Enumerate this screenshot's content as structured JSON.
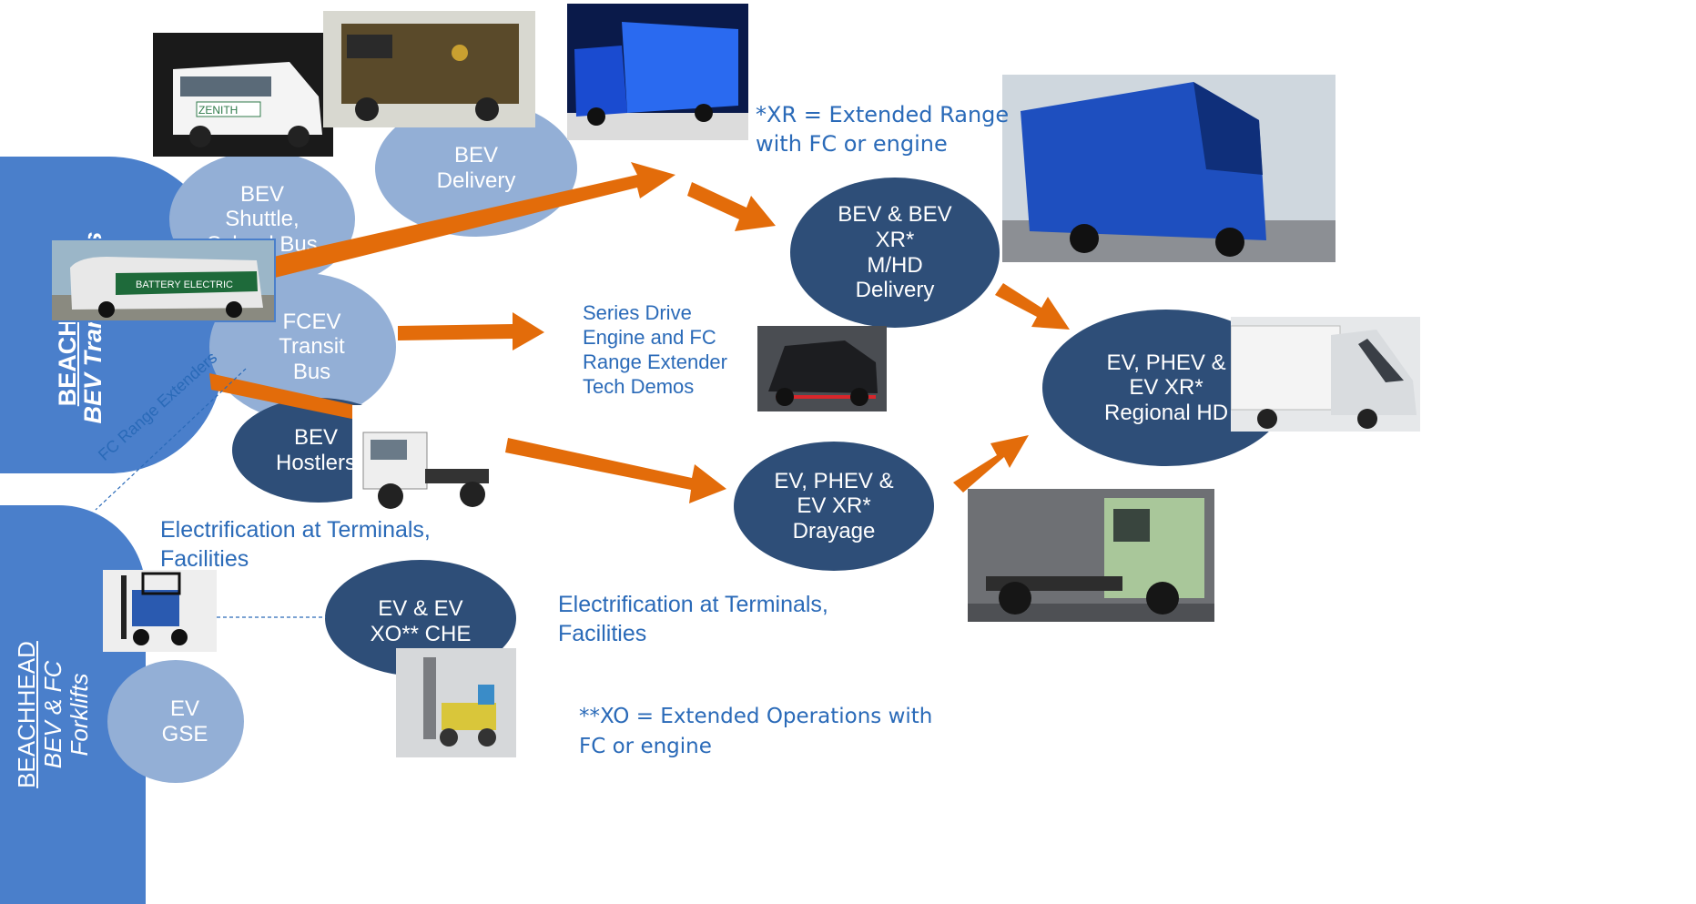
{
  "beachheads": {
    "transit": {
      "title": "BEACHHEAD",
      "subtitle": "BEV Transit Bus"
    },
    "forklifts": {
      "title": "BEACHHEAD",
      "subtitle1": "BEV & FC",
      "subtitle2": "Forklifts"
    }
  },
  "nodes": {
    "bev_shuttle": "BEV\nShuttle,\nSchool Bus",
    "bev_delivery": "BEV\nDelivery",
    "fcev_transit": "FCEV\nTransit\nBus",
    "bev_hostlers": "BEV\nHostlers",
    "bev_mhd": "BEV & BEV\nXR*\nM/HD\nDelivery",
    "regional_hd": "EV, PHEV &\nEV XR*\nRegional HD",
    "drayage": "EV, PHEV &\nEV XR*\nDrayage",
    "che": "EV & EV\nXO** CHE",
    "gse": "EV\nGSE"
  },
  "annotations": {
    "xr_note": "*XR = Extended Range\nwith FC or engine",
    "series_drive": "Series Drive\nEngine and FC\nRange Extender\nTech Demos",
    "fc_range_extenders": "FC Range Extenders",
    "electrification_left": "Electrification at Terminals,\nFacilities",
    "electrification_center": "Electrification at Terminals,\nFacilities",
    "xo_note": "**XO = Extended Operations with\nFC or engine"
  },
  "photo_text": {
    "shuttle_brand": "ZENITH",
    "bus_label": "BATTERY ELECTRIC"
  },
  "colors": {
    "arrow": "#e36c0a",
    "light_node": "#93afd6",
    "dark_node": "#2e4e78",
    "beachhead": "#4a7fcb",
    "annotation_text": "#2a6ab8"
  }
}
